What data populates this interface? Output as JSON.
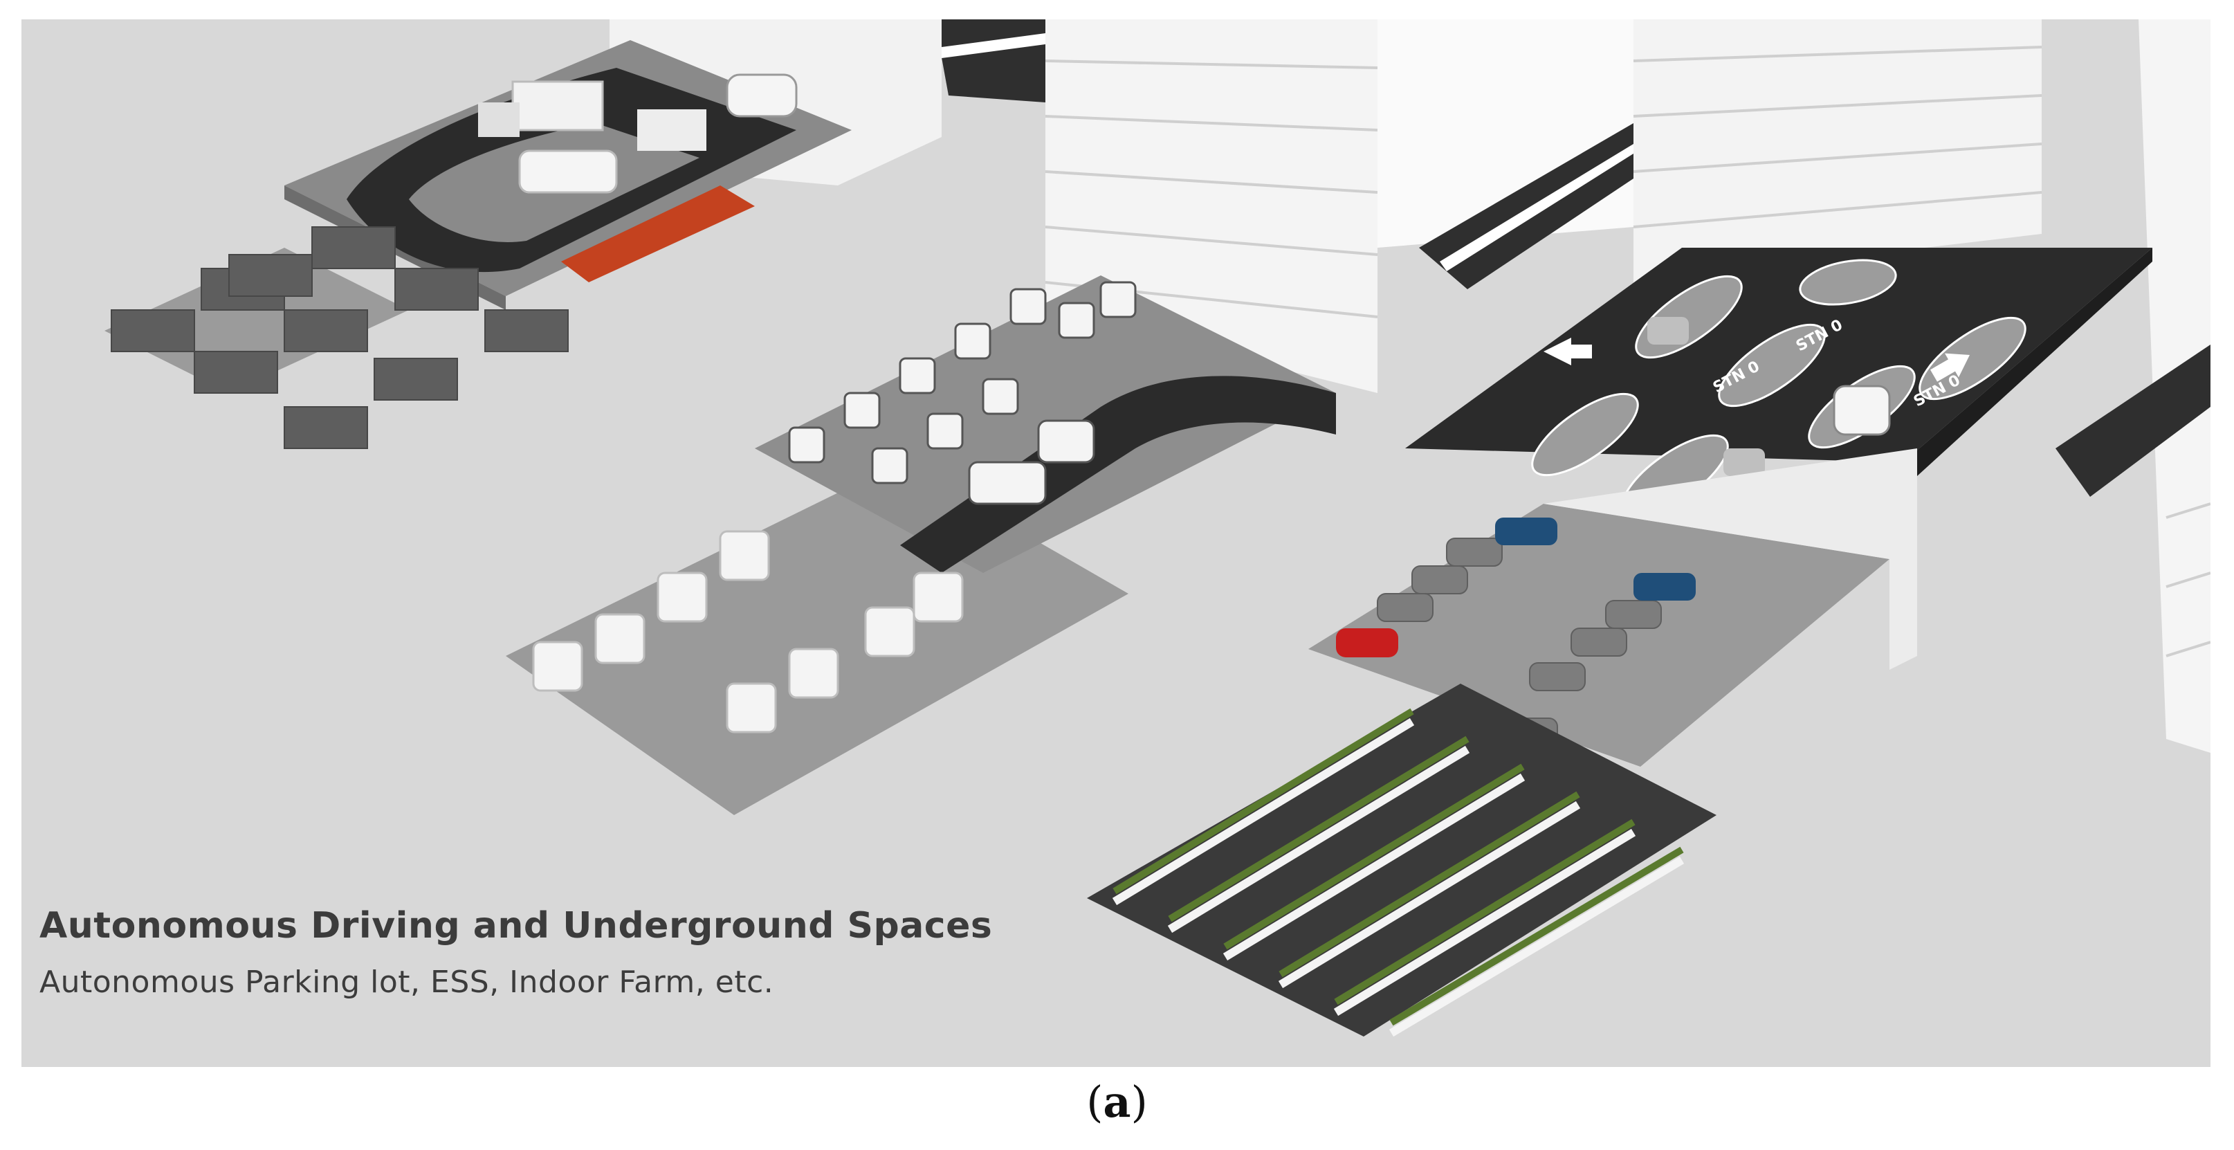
{
  "caption": {
    "title": "Autonomous Driving and Underground Spaces",
    "subtitle": "Autonomous Parking lot, ESS, Indoor Farm, etc."
  },
  "panel_label": {
    "open": "(",
    "letter": "a",
    "close": ")"
  },
  "road_markings": [
    "STN 0",
    "STN 0",
    "STN 0"
  ],
  "colors": {
    "background": "#d9d9d9",
    "asphalt": "#2e2e2e",
    "slab": "#8c8c8c",
    "building": "#f2f2f2",
    "red_car": "#c81e1e",
    "blue_car": "#1f4e79",
    "planting": "#5a7a2e"
  }
}
